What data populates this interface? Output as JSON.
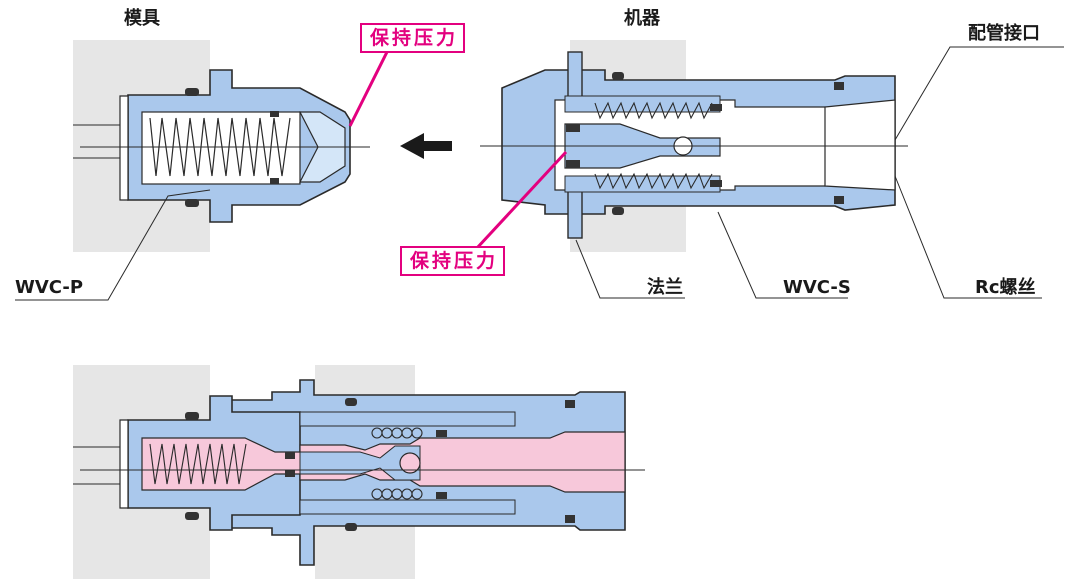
{
  "labels": {
    "mold": "模具",
    "machine": "机器",
    "piping_port": "配管接口",
    "holding_pressure_top": "保持压力",
    "holding_pressure_bottom": "保持压力",
    "wvc_p": "WVC-P",
    "flange": "法兰",
    "wvc_s": "WVC-S",
    "rc_thread": "Rc螺丝"
  },
  "colors": {
    "body_blue": "#aac8ec",
    "outline": "#2a2a2a",
    "pressure_pink": "#f7c8da",
    "callout_magenta": "#e3007f",
    "mold_gray": "#e6e6e6",
    "oring_dark": "#333333"
  }
}
